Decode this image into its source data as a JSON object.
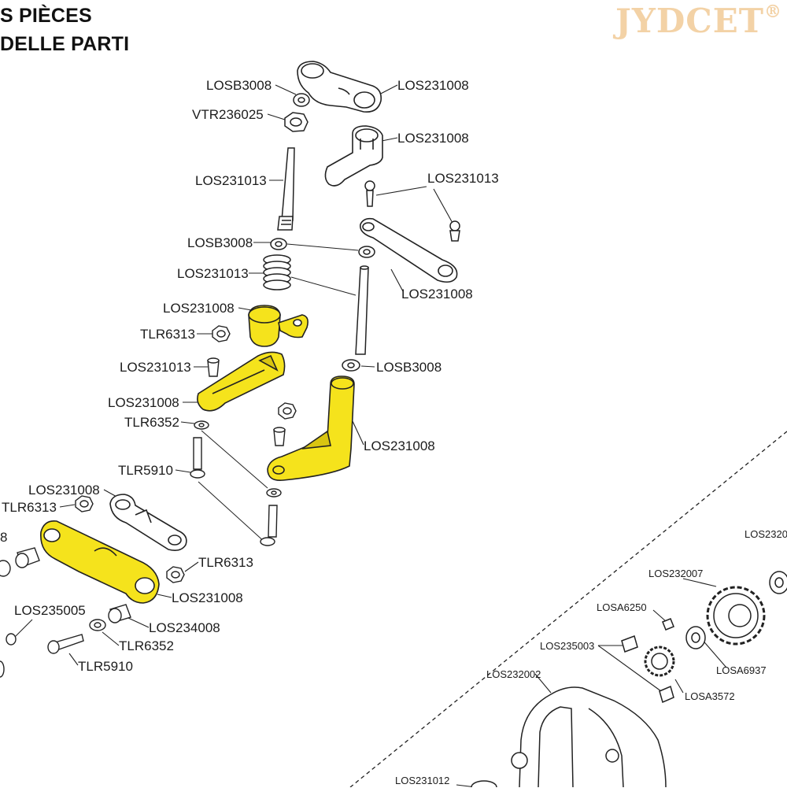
{
  "header": {
    "line1": "S PIÈCES",
    "line2": "DELLE PARTI"
  },
  "watermark": {
    "text": "JYDCET",
    "mark": "®"
  },
  "colors": {
    "highlight": "#f5e31c",
    "line": "#222222"
  },
  "labels": {
    "losb3008_a": "LOSB3008",
    "vtr236025": "VTR236025",
    "los231013_a": "LOS231013",
    "losb3008_b": "LOSB3008",
    "los231013_b": "LOS231013",
    "los231008_a": "LOS231008",
    "tlr6313_a": "TLR6313",
    "los231013_c": "LOS231013",
    "los231008_b": "LOS231008",
    "tlr6352_a": "TLR6352",
    "tlr5910_a": "TLR5910",
    "los231008_c": "LOS231008",
    "tlr6313_b": "TLR6313",
    "label_8": "8",
    "los231008_top": "LOS231008",
    "los231008_second": "LOS231008",
    "los231013_right": "LOS231013",
    "los231008_right": "LOS231008",
    "losb3008_right": "LOSB3008",
    "los231008_post": "LOS231008",
    "tlr6313_c": "TLR6313",
    "los231008_d": "LOS231008",
    "los235005": "LOS235005",
    "los234008": "LOS234008",
    "tlr6352_b": "TLR6352",
    "tlr5910_b": "TLR5910",
    "los232007": "LOS232007",
    "los2320_partial": "LOS2320",
    "losa6250": "LOSA6250",
    "los235003": "LOS235003",
    "los232002": "LOS232002",
    "losa6937": "LOSA6937",
    "losa3572": "LOSA3572",
    "los231012": "LOS231012"
  }
}
